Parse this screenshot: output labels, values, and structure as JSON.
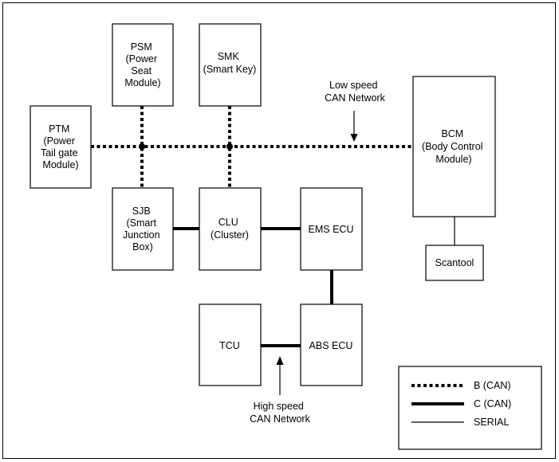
{
  "modules": {
    "psm": [
      "PSM",
      "(Power",
      "Seat",
      "Module)"
    ],
    "smk": [
      "SMK",
      "(Smart Key)"
    ],
    "ptm": [
      "PTM",
      "(Power",
      "Tail gate",
      "Module)"
    ],
    "bcm": [
      "BCM",
      "(Body Control",
      "Module)"
    ],
    "sjb": [
      "SJB",
      "(Smart",
      "Junction",
      "Box)"
    ],
    "clu": [
      "CLU",
      "(Cluster)"
    ],
    "ems": [
      "EMS ECU"
    ],
    "scantool": [
      "Scantool"
    ],
    "tcu": [
      "TCU"
    ],
    "abs": [
      "ABS ECU"
    ]
  },
  "annotations": {
    "low_speed": [
      "Low speed",
      "CAN Network"
    ],
    "high_speed": [
      "High speed",
      "CAN Network"
    ]
  },
  "legend": {
    "b_can": "B (CAN)",
    "c_can": "C (CAN)",
    "serial": "SERIAL"
  }
}
